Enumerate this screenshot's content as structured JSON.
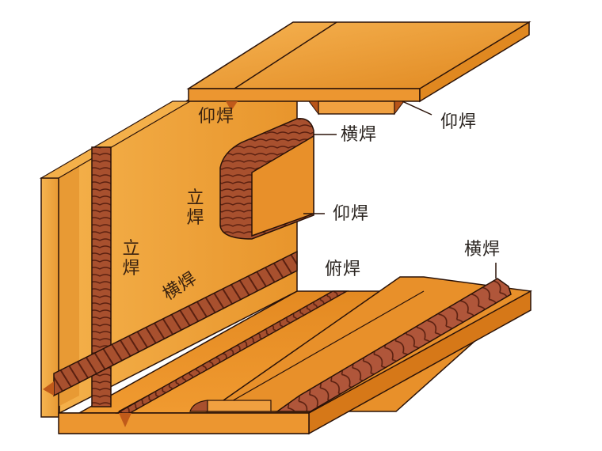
{
  "diagram": {
    "subject": "welding-positions",
    "colors": {
      "plate_light": "#f2a840",
      "plate_mid": "#e8902a",
      "plate_dark": "#d97a1a",
      "plate_edge": "#c86a14",
      "weld_bead": "#a64a2c",
      "weld_dark": "#6e2a18",
      "outline": "#2a1208",
      "label_text": "#2a2420"
    },
    "labels": {
      "overhead_left": "仰焊",
      "overhead_right_top": "仰焊",
      "horizontal_box_top": "横焊",
      "vertical_box": "立焊",
      "overhead_box_bottom": "仰焊",
      "vertical_left": "立焊",
      "horizontal_diagonal": "横焊",
      "flat": "俯焊",
      "horizontal_right": "横焊"
    }
  }
}
